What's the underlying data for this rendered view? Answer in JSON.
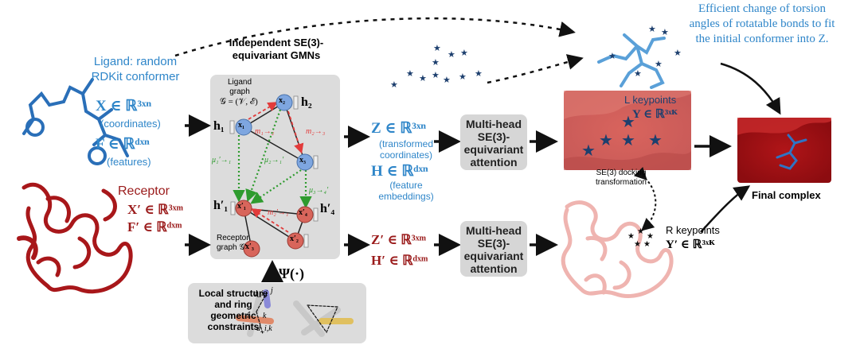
{
  "ligand_title": [
    "Ligand: random",
    "RDKit conformer"
  ],
  "ligand_X": "X ∈ ℝ³ˣⁿ",
  "ligand_X_note": "(coordinates)",
  "ligand_F": "F ∈ ℝᵈˣⁿ",
  "ligand_F_note": "(features)",
  "receptor_title": "Receptor",
  "receptor_X": "X′ ∈ ℝ³ˣᵐ",
  "receptor_F": "F′ ∈ ℝᵈˣᵐ",
  "gmn_title": [
    "Independent SE(3)-",
    "equivariant GMNs"
  ],
  "ligand_graph_label": [
    "Ligand",
    "graph"
  ],
  "ligand_graph_set": "𝒢 = (𝒱, ℰ)",
  "receptor_graph_label": [
    "Receptor",
    "graph 𝒢′"
  ],
  "psi": "Ψ(·)",
  "local_constraints": [
    "Local structure",
    "and ring",
    "geometric",
    "constraints"
  ],
  "Z": "Z ∈ ℝ³ˣⁿ",
  "Z_note": [
    "(transformed",
    "coordinates)"
  ],
  "H": "H ∈ ℝᵈˣⁿ",
  "H_note": [
    "(feature",
    "embeddings)"
  ],
  "Z_prime": "Z′ ∈ ℝ³ˣᵐ",
  "H_prime": "H′ ∈ ℝᵈˣᵐ",
  "attention_label": [
    "Multi-head",
    "SE(3)-",
    "equivariant",
    "attention"
  ],
  "torsion_text": [
    "Efficient change of torsion",
    "angles of rotatable bonds to fit",
    "the initial conformer into Z."
  ],
  "L_keypoints": "L keypoints",
  "Y": "Y ∈ ℝ³ˣᴷ",
  "R_keypoints": "R keypoints",
  "Y_prime": "Y′ ∈ ℝ³ˣᴷ",
  "docking": [
    "SE(3) docking",
    "transformation"
  ],
  "final_complex": "Final complex",
  "nodes": {
    "x1": "x₁",
    "x2": "x₂",
    "x3": "x₃",
    "x1p": "x′₁",
    "x2p": "x′₂",
    "x3p": "x′₃",
    "x4p": "x′₄"
  },
  "h_labels": {
    "h1": "h₁",
    "h2": "h₂",
    "h1p": "h′₁",
    "h4p": "h′₄"
  },
  "edge_labels": {
    "m12": "m₁→₂",
    "m23": "m₂→₃",
    "m21p": "m₂′→₁",
    "mu11": "μ₁′→₁",
    "mu21": "μ₂→₁′",
    "mu34": "μ₃→₄′"
  },
  "dist_labels": {
    "dij": "d_i,j",
    "dik": "d_i,k",
    "i": "i",
    "j": "j",
    "k": "k"
  },
  "colors": {
    "blue": "#2f86c9",
    "dark_red": "#9a1a1a",
    "node_blue": "#7ea6e0",
    "node_red": "#d8655b",
    "green": "#2e9b2e",
    "msg_red": "#e23b3b"
  }
}
